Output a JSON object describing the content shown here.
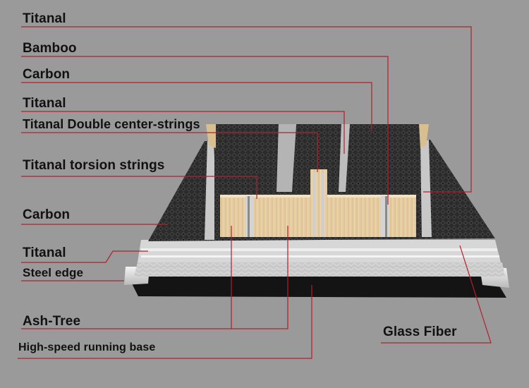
{
  "labels": {
    "titanal_top": "Titanal",
    "bamboo": "Bamboo",
    "carbon_top": "Carbon",
    "titanal_second": "Titanal",
    "titanal_double_center_strings": "Titanal Double center-strings",
    "titanal_torsion_strings": "Titanal torsion strings",
    "carbon_lower": "Carbon",
    "titanal_lower": "Titanal",
    "steel_edge": "Steel edge",
    "ash_tree": "Ash-Tree",
    "high_speed_running_base": "High-speed running base",
    "glass_fiber": "Glass Fiber"
  },
  "colors": {
    "background": "#9a9a9a",
    "leader_line": "#b0202a",
    "wood": "#e2c79a",
    "carbon_weave": "#2e2e2e",
    "base": "#111111"
  }
}
